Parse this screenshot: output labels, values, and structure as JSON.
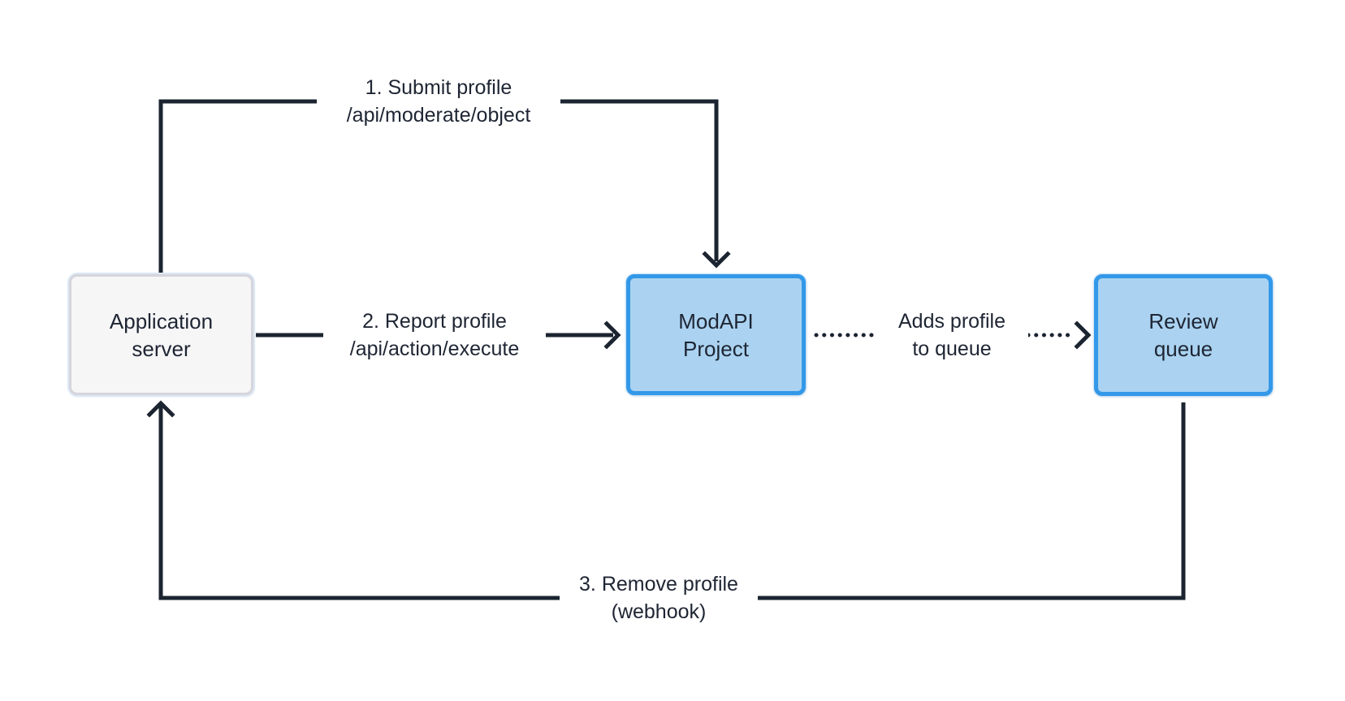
{
  "colors": {
    "background": "#ffffff",
    "line": "#1b2430",
    "text": "#1e2533",
    "node_blue_border": "#3398e8",
    "node_blue_fill": "#abd3f1",
    "node_gray_border": "#d5d5db",
    "node_gray_fill": "#f6f6f7"
  },
  "diagram": {
    "nodes": [
      {
        "id": "application-server",
        "label": "Application\nserver",
        "style": "gray"
      },
      {
        "id": "modapi-project",
        "label": "ModAPI\nProject",
        "style": "blue"
      },
      {
        "id": "review-queue",
        "label": "Review\nqueue",
        "style": "blue"
      }
    ],
    "edges": [
      {
        "id": "submit-profile",
        "label": "1. Submit profile\n/api/moderate/object",
        "from": "application-server",
        "to": "modapi-project",
        "style": "solid"
      },
      {
        "id": "report-profile",
        "label": "2. Report profile\n/api/action/execute",
        "from": "application-server",
        "to": "modapi-project",
        "style": "solid"
      },
      {
        "id": "adds-profile-to-queue",
        "label": "Adds profile\nto queue",
        "from": "modapi-project",
        "to": "review-queue",
        "style": "dotted"
      },
      {
        "id": "remove-profile",
        "label": "3. Remove profile\n(webhook)",
        "from": "review-queue",
        "to": "application-server",
        "style": "solid"
      }
    ]
  }
}
